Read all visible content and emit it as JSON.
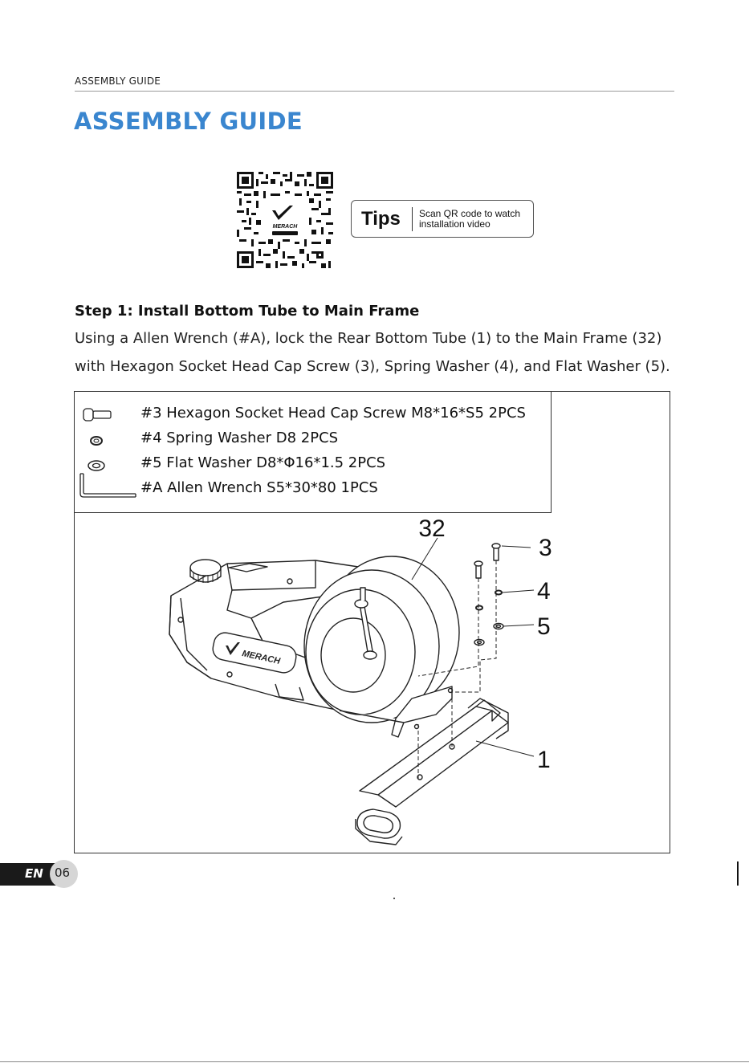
{
  "header": {
    "running_title": "ASSEMBLY GUIDE"
  },
  "page_title": "ASSEMBLY GUIDE",
  "qr": {
    "logo_text": "MERACH"
  },
  "tips": {
    "label": "Tips",
    "line1": "Scan QR code to watch",
    "line2": "installation video"
  },
  "step": {
    "title": "Step 1: Install Bottom Tube to Main Frame",
    "line1": "Using a Allen Wrench (#A), lock the Rear Bottom Tube (1) to the Main Frame (32)",
    "line2": "with Hexagon Socket Head Cap Screw (3), Spring Washer (4), and Flat Washer (5)."
  },
  "parts": [
    {
      "text": "#3 Hexagon Socket Head Cap Screw M8*16*S5 2PCS",
      "icon": "cap-screw-icon"
    },
    {
      "text": "#4 Spring Washer D8 2PCS",
      "icon": "spring-washer-icon"
    },
    {
      "text": "#5 Flat Washer D8*Φ16*1.5 2PCS",
      "icon": "flat-washer-icon"
    },
    {
      "text": "#A Allen Wrench S5*30*80 1PCS",
      "icon": "allen-wrench-icon"
    }
  ],
  "callouts": {
    "main_frame": "32",
    "screw": "3",
    "spring_washer": "4",
    "flat_washer": "5",
    "bottom_tube": "1"
  },
  "brand_on_machine": "MERACH",
  "footer": {
    "language": "EN",
    "page_number": "06"
  },
  "colors": {
    "title_blue": "#3a86cf",
    "text": "#1a1a1a",
    "page_bubble": "#d6d6d6"
  }
}
